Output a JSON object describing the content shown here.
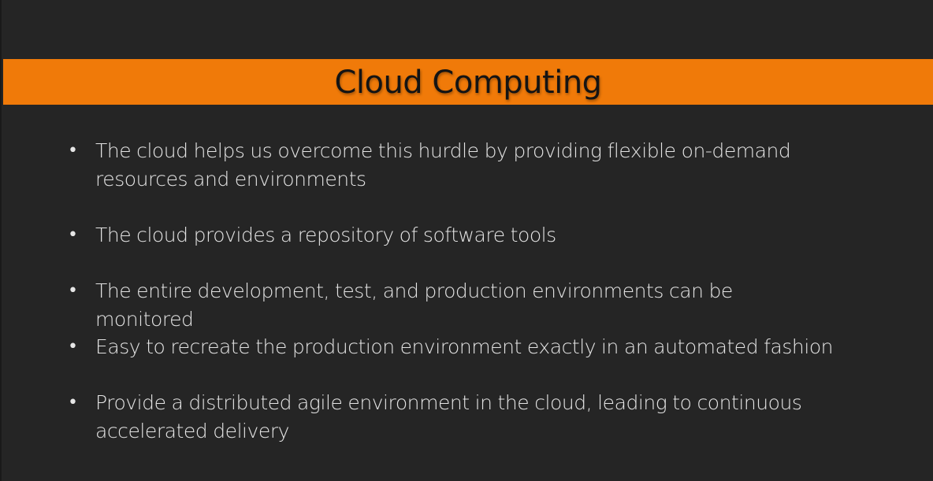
{
  "slide": {
    "title": "Cloud Computing",
    "bullets": [
      "The cloud helps us overcome this hurdle by providing flexible on-demand resources and environments",
      "The cloud provides a repository of software tools",
      "The entire development, test, and production environments can be monitored",
      "Easy to recreate the production environment exactly in an automated fashion",
      "Provide a distributed agile environment in the cloud, leading to continuous accelerated delivery"
    ],
    "bullet_symbol": "•"
  },
  "colors": {
    "background": "#252525",
    "title_bar": "#f07a09",
    "title_text": "#141414",
    "body_text": "#e4e4e4"
  }
}
